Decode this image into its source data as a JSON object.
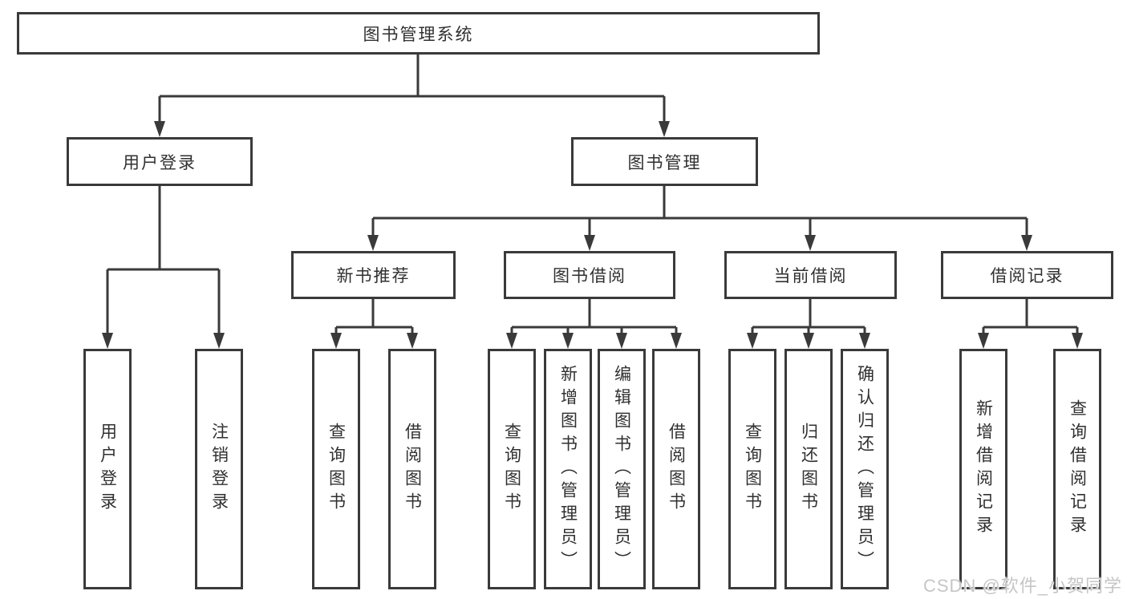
{
  "diagram": {
    "root": {
      "label": "图书管理系统"
    },
    "branches": [
      {
        "label": "用户登录",
        "children": [
          {
            "label": "用户登录"
          },
          {
            "label": "注销登录"
          }
        ]
      },
      {
        "label": "图书管理",
        "children": [
          {
            "label": "新书推荐",
            "children": [
              {
                "label": "查询图书"
              },
              {
                "label": "借阅图书"
              }
            ]
          },
          {
            "label": "图书借阅",
            "children": [
              {
                "label": "查询图书"
              },
              {
                "label": "新增图书（管理员）"
              },
              {
                "label": "编辑图书（管理员）"
              },
              {
                "label": "借阅图书"
              }
            ]
          },
          {
            "label": "当前借阅",
            "children": [
              {
                "label": "查询图书"
              },
              {
                "label": "归还图书"
              },
              {
                "label": "确认归还（管理员）"
              }
            ]
          },
          {
            "label": "借阅记录",
            "children": [
              {
                "label": "新增借阅记录"
              },
              {
                "label": "查询借阅记录"
              }
            ]
          }
        ]
      }
    ]
  },
  "watermark": {
    "text": "CSDN @软件_小贺同学"
  },
  "colors": {
    "line": "#3a3a3a",
    "text": "#303030",
    "watermark": "#c6c6c6",
    "background": "#ffffff"
  }
}
